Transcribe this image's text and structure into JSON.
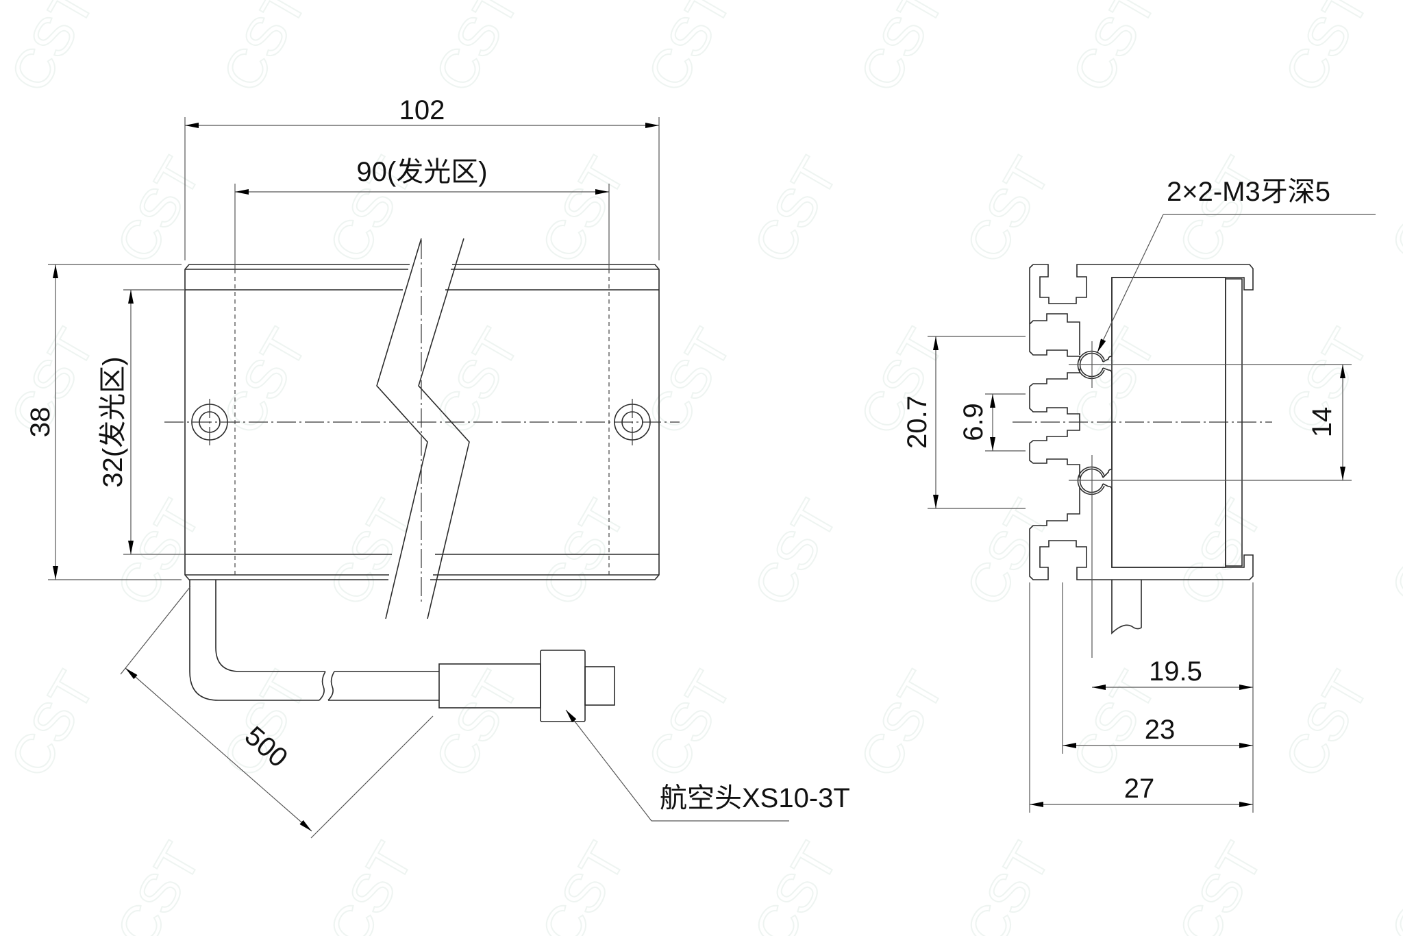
{
  "drawing": {
    "title": "LED bar light outline drawing",
    "watermark": "CST",
    "front_view": {
      "overall_length_label": "102",
      "emitting_length_label": "90(发光区)",
      "overall_height_label": "38",
      "emitting_height_label": "32(发光区)",
      "cable_length_label": "500",
      "connector_label": "航空头XS10-3T"
    },
    "side_view": {
      "thread_note": "2×2-M3牙深5",
      "dim_20_7": "20.7",
      "dim_6_9": "6.9",
      "dim_14": "14",
      "dim_19_5": "19.5",
      "dim_23": "23",
      "dim_27": "27"
    }
  }
}
